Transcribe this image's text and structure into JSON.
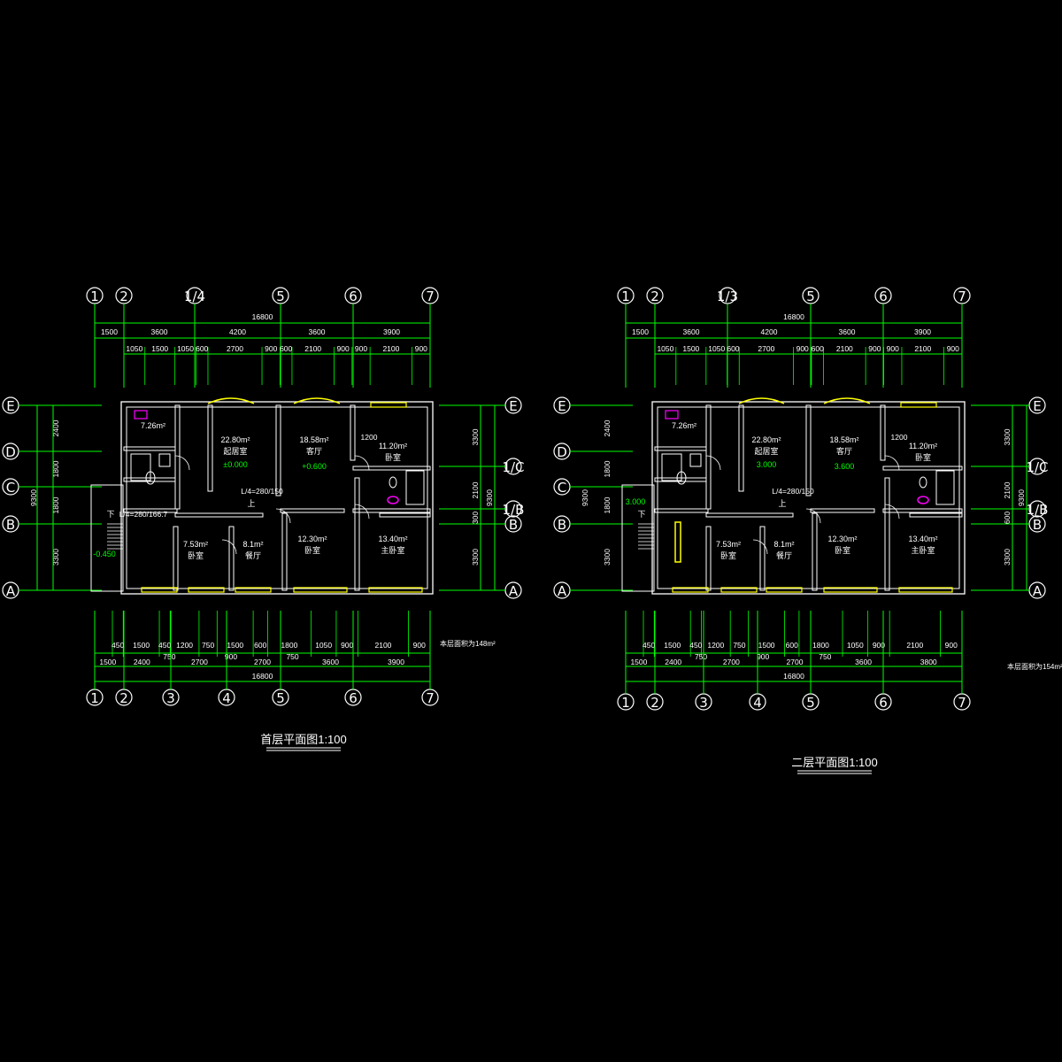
{
  "colors": {
    "background": "#000000",
    "dimension_lines": "#00ff00",
    "walls": "#ffffff",
    "windows": "#ffff00",
    "fixtures": "#ff00ff",
    "text": "#ffffff"
  },
  "plans": [
    {
      "title": "首层平面图1:100",
      "area_note": "本层面积为148m²",
      "top_axes": [
        "1",
        "2",
        "1/4",
        "5",
        "6",
        "7"
      ],
      "bottom_axes": [
        "1",
        "2",
        "3",
        "4",
        "5",
        "6",
        "7"
      ],
      "row_axes": [
        "E",
        "D",
        "C",
        "B",
        "A"
      ],
      "right_axes": [
        "E",
        "1/C",
        "1/B",
        "B",
        "A"
      ],
      "top_total": "16800",
      "top_row1": [
        "1500",
        "3600",
        "4200",
        "3600",
        "3900"
      ],
      "top_row2": [
        "1050",
        "1500",
        "1050",
        "600",
        "2700",
        "900",
        "600",
        "2100",
        "900",
        "900",
        "2100",
        "900"
      ],
      "bottom_row1": [
        "450",
        "1500",
        "450",
        "1200",
        "750",
        "1500",
        "600",
        "1800",
        "1050",
        "900",
        "2100",
        "900"
      ],
      "bottom_row2": [
        "1500",
        "2400",
        "750",
        "2700",
        "900",
        "2700",
        "750",
        "3600",
        "3900"
      ],
      "bottom_total": "16800",
      "left_dims": [
        "2400",
        "1800",
        "1800",
        "3300"
      ],
      "left_total": "9300",
      "right_dims": [
        "3300",
        "2100",
        "300",
        "3300"
      ],
      "right_total": "9300",
      "rooms": [
        {
          "area": "7.26m²",
          "name": ""
        },
        {
          "area": "22.80m²",
          "name": "起居室"
        },
        {
          "area": "18.58m²",
          "name": "客厅"
        },
        {
          "area": "11.20m²",
          "name": "卧室"
        },
        {
          "area": "7.53m²",
          "name": "卧室"
        },
        {
          "area": "8.1m²",
          "name": "餐厅"
        },
        {
          "area": "12.30m²",
          "name": "卧室"
        },
        {
          "area": "13.40m²",
          "name": "主卧室"
        }
      ],
      "levels": [
        "±0.000",
        "+0.600",
        "-0.450"
      ],
      "stair_note_a": "L/4=280/166.7",
      "stair_note_b": "L/4=280/150",
      "door_dim": "1200",
      "stair_up": "上",
      "stair_down": "下"
    },
    {
      "title": "二层平面图1:100",
      "area_note": "本层面积为154m²",
      "top_axes": [
        "1",
        "2",
        "1/3",
        "5",
        "6",
        "7"
      ],
      "bottom_axes": [
        "1",
        "2",
        "3",
        "4",
        "5",
        "6",
        "7"
      ],
      "row_axes": [
        "E",
        "D",
        "C",
        "B",
        "A"
      ],
      "right_axes": [
        "E",
        "1/C",
        "1/B",
        "B",
        "A"
      ],
      "top_total": "16800",
      "top_row1": [
        "1500",
        "3600",
        "4200",
        "3600",
        "3900"
      ],
      "top_row2": [
        "1050",
        "1500",
        "1050",
        "600",
        "2700",
        "900",
        "600",
        "2100",
        "900",
        "900",
        "2100",
        "900"
      ],
      "bottom_row1": [
        "450",
        "1500",
        "450",
        "1200",
        "750",
        "1500",
        "600",
        "1800",
        "1050",
        "900",
        "2100",
        "900"
      ],
      "bottom_row2": [
        "1500",
        "2400",
        "750",
        "2700",
        "900",
        "2700",
        "750",
        "3600",
        "3800"
      ],
      "bottom_total": "16800",
      "left_dims": [
        "2400",
        "1800",
        "1800",
        "3300"
      ],
      "left_total": "9300",
      "right_dims": [
        "3300",
        "2100",
        "600",
        "3300"
      ],
      "right_total": "9300",
      "rooms": [
        {
          "area": "7.26m²",
          "name": ""
        },
        {
          "area": "22.80m²",
          "name": "起居室"
        },
        {
          "area": "18.58m²",
          "name": "客厅"
        },
        {
          "area": "11.20m²",
          "name": "卧室"
        },
        {
          "area": "7.53m²",
          "name": "卧室"
        },
        {
          "area": "8.1m²",
          "name": "餐厅"
        },
        {
          "area": "12.30m²",
          "name": "卧室"
        },
        {
          "area": "13.40m²",
          "name": "主卧室"
        }
      ],
      "levels": [
        "3.000",
        "3.600",
        "3.000"
      ],
      "stair_note_a": "",
      "stair_note_b": "L/4=280/150",
      "door_dim": "1200",
      "stair_up": "上",
      "stair_down": "下"
    }
  ]
}
